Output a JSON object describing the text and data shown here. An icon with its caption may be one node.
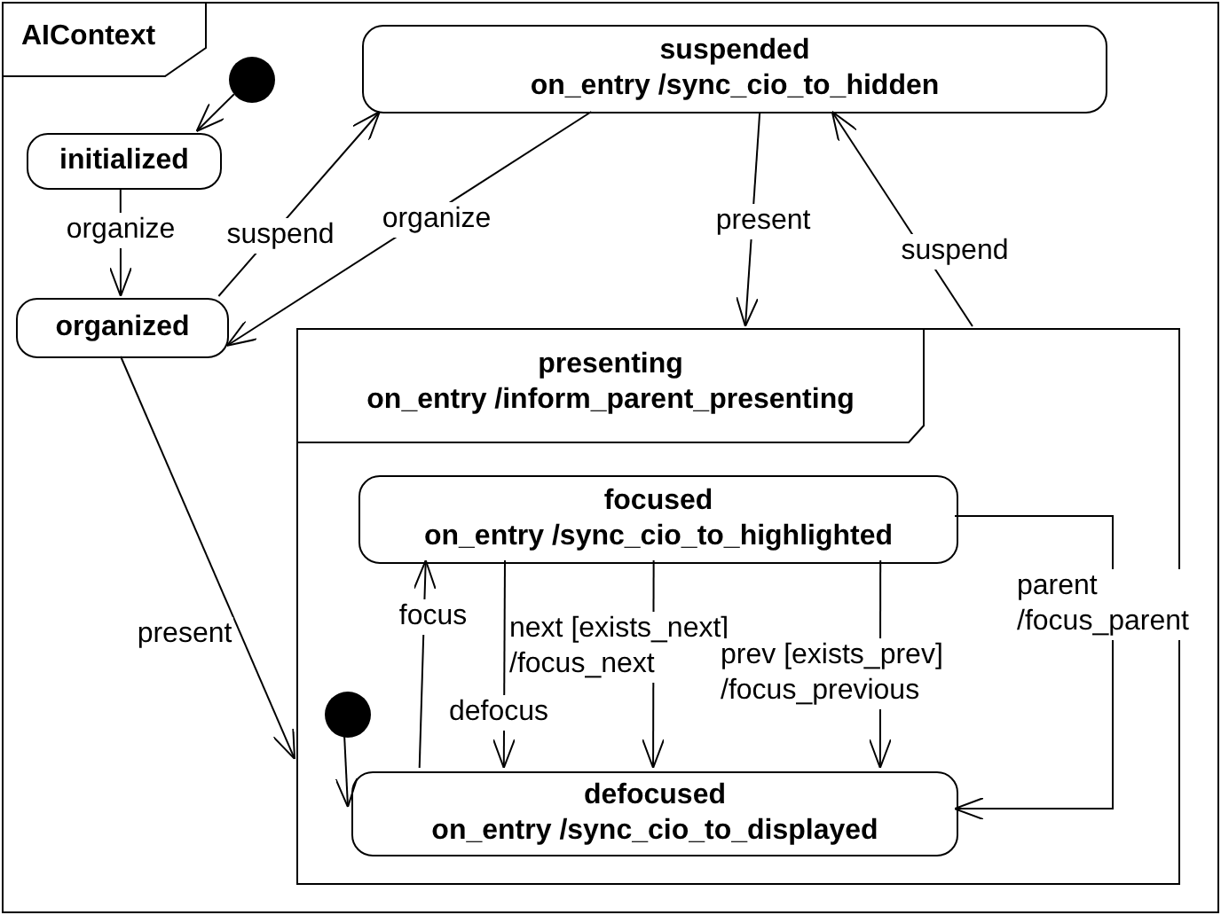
{
  "diagram": {
    "nodes": [
      {
        "text": [
          "AIContext"
        ]
      },
      {
        "text": [],
        "shape": "circle",
        "in": 0
      },
      {
        "text": [
          "initialized"
        ],
        "in": 0
      },
      {
        "text": [
          "organized"
        ],
        "in": 0
      },
      {
        "text": [
          "suspended",
          "on_entry /sync_cio_to_hidden"
        ],
        "in": 0
      },
      {
        "text": [
          "presenting",
          "on_entry /inform_parent_presenting"
        ],
        "in": 0
      },
      {
        "text": [
          "focused",
          "on_entry /sync_cio_to_highlighted"
        ],
        "in": 5
      },
      {
        "text": [],
        "shape": "circle",
        "in": 5
      },
      {
        "text": [
          "defocused",
          "on_entry /sync_cio_to_displayed"
        ],
        "in": 5
      }
    ],
    "edges": [
      {
        "from": 1,
        "to": 2,
        "arrow": "to"
      },
      {
        "from": 2,
        "to": 3,
        "arrow": "to",
        "label": "organize"
      },
      {
        "from": 3,
        "to": 4,
        "arrow": "to",
        "label": "suspend"
      },
      {
        "from": 4,
        "to": 3,
        "arrow": "to",
        "label": "organize"
      },
      {
        "from": 4,
        "to": 5,
        "arrow": "to",
        "label": "present"
      },
      {
        "from": 5,
        "to": 4,
        "arrow": "to",
        "label": "suspend"
      },
      {
        "from": 3,
        "to": 5,
        "arrow": "to",
        "label": "present"
      },
      {
        "from": 8,
        "to": 6,
        "arrow": "to",
        "label": "focus"
      },
      {
        "from": 6,
        "to": 8,
        "arrow": "to",
        "label": "defocus"
      },
      {
        "from": 6,
        "to": 8,
        "arrow": "to",
        "label": "next [exists_next] /focus_next"
      },
      {
        "from": 6,
        "to": 8,
        "arrow": "to",
        "label": "prev [exists_prev] /focus_previous"
      },
      {
        "from": 6,
        "to": 8,
        "arrow": "to",
        "label": "parent /focus_parent"
      },
      {
        "from": 7,
        "to": 8,
        "arrow": "to"
      }
    ]
  }
}
